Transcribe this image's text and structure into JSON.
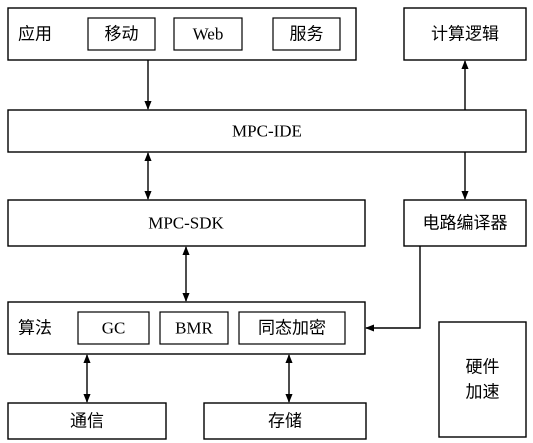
{
  "nodes": {
    "apps": {
      "label": "应用",
      "items": [
        "移动",
        "Web",
        "服务"
      ]
    },
    "compute_logic": {
      "label": "计算逻辑"
    },
    "mpc_ide": {
      "label": "MPC-IDE"
    },
    "mpc_sdk": {
      "label": "MPC-SDK"
    },
    "circuit_compiler": {
      "label": "电路编译器"
    },
    "algorithms": {
      "label": "算法",
      "items": [
        "GC",
        "BMR",
        "同态加密"
      ]
    },
    "hardware": {
      "line1": "硬件",
      "line2": "加速"
    },
    "communication": {
      "label": "通信"
    },
    "storage": {
      "label": "存储"
    }
  }
}
